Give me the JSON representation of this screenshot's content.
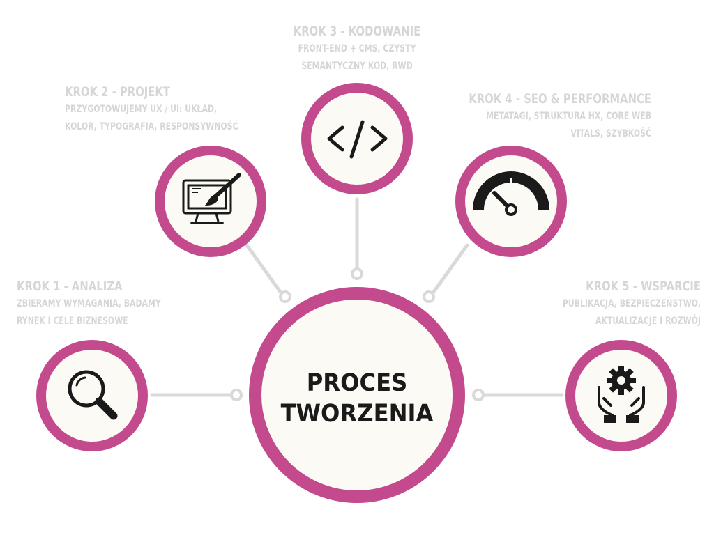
{
  "center": {
    "line1": "PROCES",
    "line2": "TWORZENIA"
  },
  "steps": [
    {
      "title": "KROK 1 - ANALIZA",
      "desc_line1": "ZBIERAMY WYMAGANIA, BADAMY",
      "desc_line2": "RYNEK I CELE BIZNESOWE",
      "icon": "magnifier-icon"
    },
    {
      "title": "KROK 2 - PROJEKT",
      "desc_line1": "PRZYGOTOWUJEMY UX / UI: UKŁAD,",
      "desc_line2": "KOLOR, TYPOGRAFIA, RESPONSYWNOŚĆ",
      "icon": "monitor-brush-icon"
    },
    {
      "title": "KROK 3 - KODOWANIE",
      "desc_line1": "FRONT-END + CMS, CZYSTY",
      "desc_line2": "SEMANTYCZNY KOD, RWD",
      "icon": "code-icon"
    },
    {
      "title": "KROK 4 - SEO & PERFORMANCE",
      "desc_line1": "METATAGI, STRUKTURA HX, CORE WEB",
      "desc_line2": "VITALS, SZYBKOŚĆ",
      "icon": "speedometer-icon"
    },
    {
      "title": "KROK 5 - WSPARCIE",
      "desc_line1": "PUBLIKACJA, BEZPIECZEŃSTWO,",
      "desc_line2": "AKTUALIZACJE I ROZWÓJ",
      "icon": "hands-gear-icon"
    }
  ],
  "colors": {
    "ring": "#c44a8e",
    "circle_fill": "#fbfaf4",
    "connector": "#d9d9d9",
    "icon": "#1a1a1a",
    "step_text": "#d6d6d6"
  }
}
